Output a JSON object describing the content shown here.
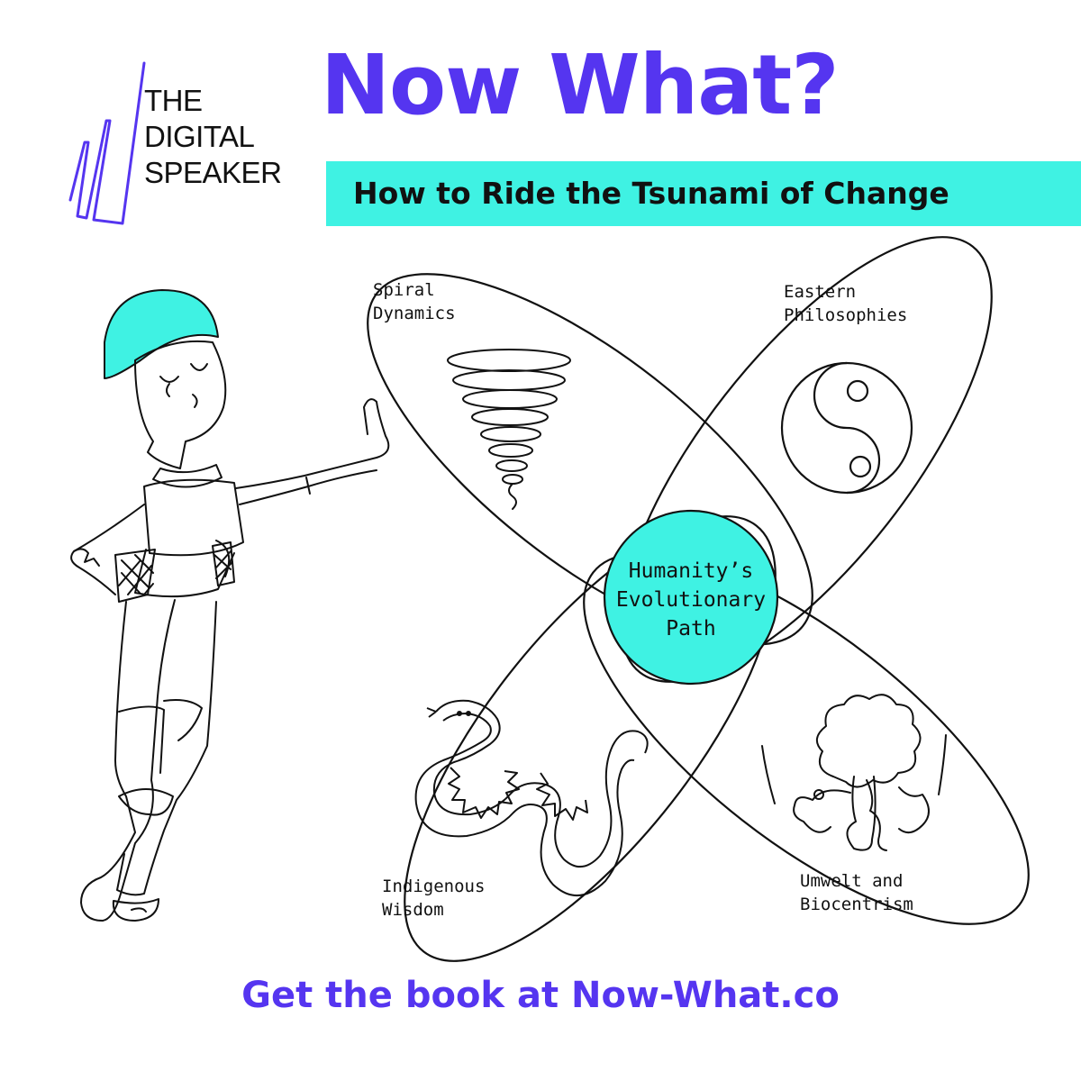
{
  "logo": {
    "lines": [
      "THE",
      "DIGITAL",
      "SPEAKER"
    ]
  },
  "headline": "Now What?",
  "subtitle": "How to Ride the Tsunami of Change",
  "diagram": {
    "center": [
      "Humanity’s",
      "Evolutionary",
      "Path"
    ],
    "petals": {
      "top_left": [
        "Spiral",
        "Dynamics"
      ],
      "top_right": [
        "Eastern",
        "Philosophies"
      ],
      "bottom_left": [
        "Indigenous",
        "Wisdom"
      ],
      "bottom_right": [
        "Umwelt and",
        "Biocentrism"
      ]
    },
    "icons": {
      "top_left": "tornado-icon",
      "top_right": "yin-yang-icon",
      "bottom_left": "snake-icon",
      "bottom_right": "tree-icon"
    }
  },
  "cta": "Get the book at Now-What.co",
  "colors": {
    "purple": "#5535f0",
    "cyan": "#3ff2e3",
    "ink": "#111111"
  }
}
